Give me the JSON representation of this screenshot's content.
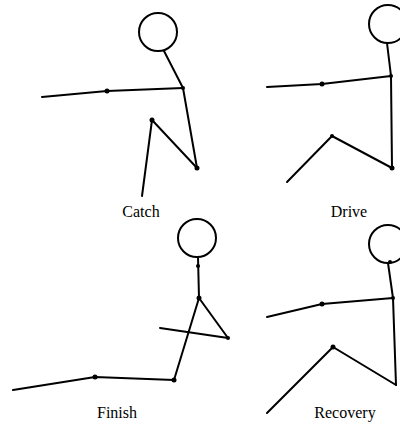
{
  "diagram": {
    "labels": [
      "Catch",
      "Drive",
      "Finish",
      "Recovery"
    ]
  }
}
